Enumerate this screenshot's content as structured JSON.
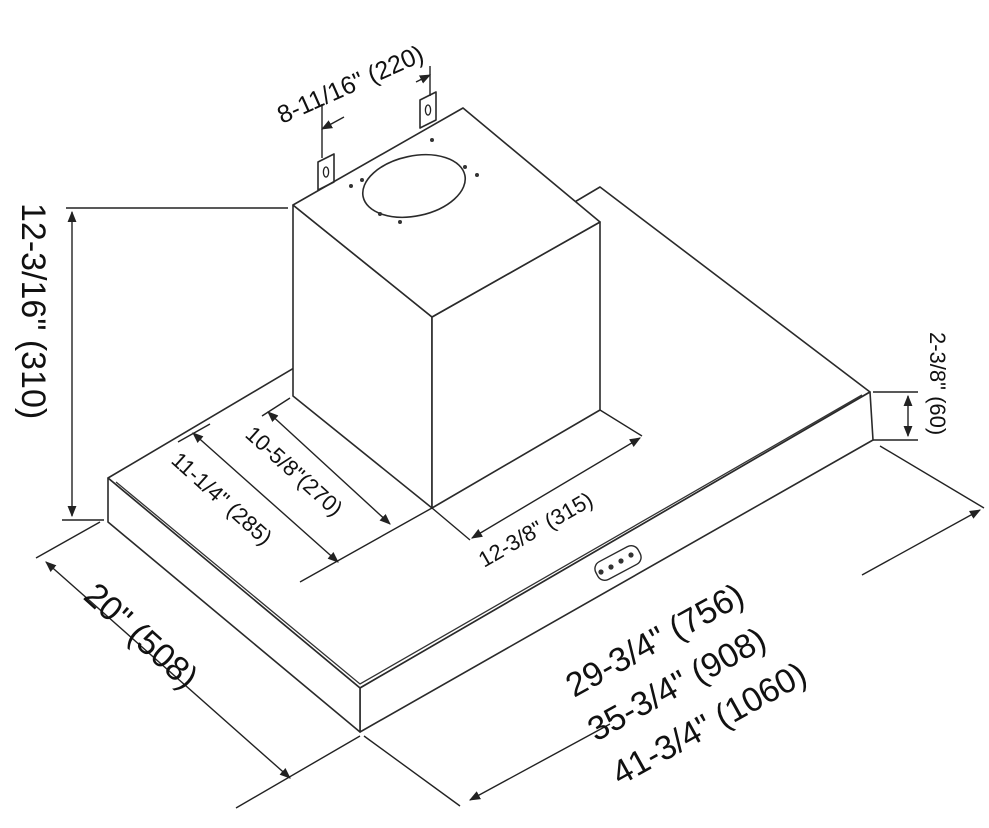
{
  "dimensions": {
    "top_spacing": "8-11/16\" (220)",
    "chimney_height": "12-3/16\" (310)",
    "chimney_side_depth": "10-5/8\"(270)",
    "base_side_depth": "11-1/4\" (285)",
    "chimney_front_width": "12-3/8\" (315)",
    "hood_thickness": "2-3/8\" (60)",
    "hood_depth": "20\" (508)",
    "width_small": "29-3/4\" (756)",
    "width_medium": "35-3/4\" (908)",
    "width_large": "41-3/4\" (1060)"
  }
}
